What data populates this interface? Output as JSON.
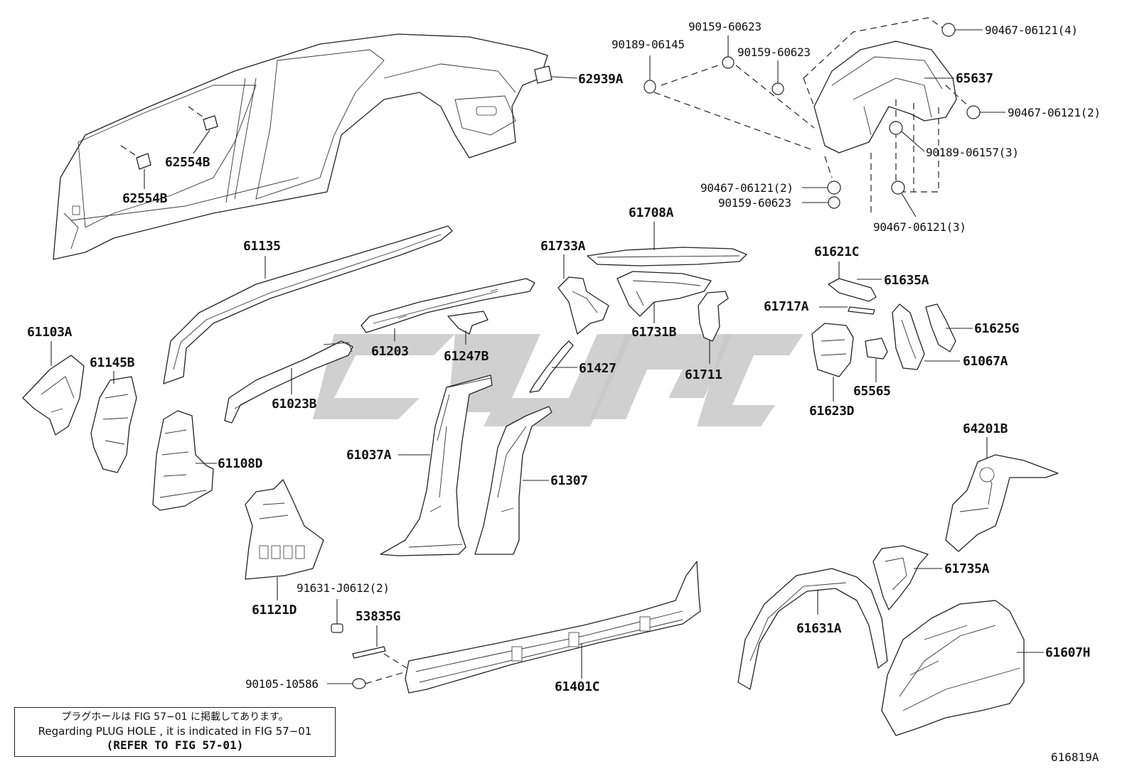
{
  "labels": {
    "p62939A": "62939A",
    "p62554B_1": "62554B",
    "p62554B_2": "62554B",
    "p61135": "61135",
    "p61103A": "61103A",
    "p61145B": "61145B",
    "p61108D": "61108D",
    "p61023B": "61023B",
    "p61203": "61203",
    "p61247B": "61247B",
    "p61733A": "61733A",
    "p61708A": "61708A",
    "p61731B": "61731B",
    "p61427": "61427",
    "p61711": "61711",
    "p61037A": "61037A",
    "p61307": "61307",
    "p61121D": "61121D",
    "p91631": "91631-J0612(2)",
    "p53835G": "53835G",
    "p90105": "90105-10586",
    "p61401C": "61401C",
    "p90189_06145": "90189-06145",
    "p90159_a": "90159-60623",
    "p90159_b": "90159-60623",
    "p90467_4": "90467-06121(4)",
    "p65637": "65637",
    "p90467_2a": "90467-06121(2)",
    "p90189_06157": "90189-06157(3)",
    "p90467_2b": "90467-06121(2)",
    "p90159_c": "90159-60623",
    "p90467_3": "90467-06121(3)",
    "p61621C": "61621C",
    "p61635A": "61635A",
    "p61717A": "61717A",
    "p61625G": "61625G",
    "p61067A": "61067A",
    "p65565": "65565",
    "p61623D": "61623D",
    "p64201B": "64201B",
    "p61735A": "61735A",
    "p61631A": "61631A",
    "p61607H": "61607H"
  },
  "note": {
    "line_ja": "プラグホールは FIG 57−01 に掲載してあります。",
    "line_en": "Regarding  PLUG  HOLE , it is indicated in FIG  57−01",
    "line_ref": "(REFER TO FIG 57-01)"
  },
  "figure_code": "616819A",
  "colors": {
    "line": "#222222",
    "watermark": "#c8c8c8"
  }
}
